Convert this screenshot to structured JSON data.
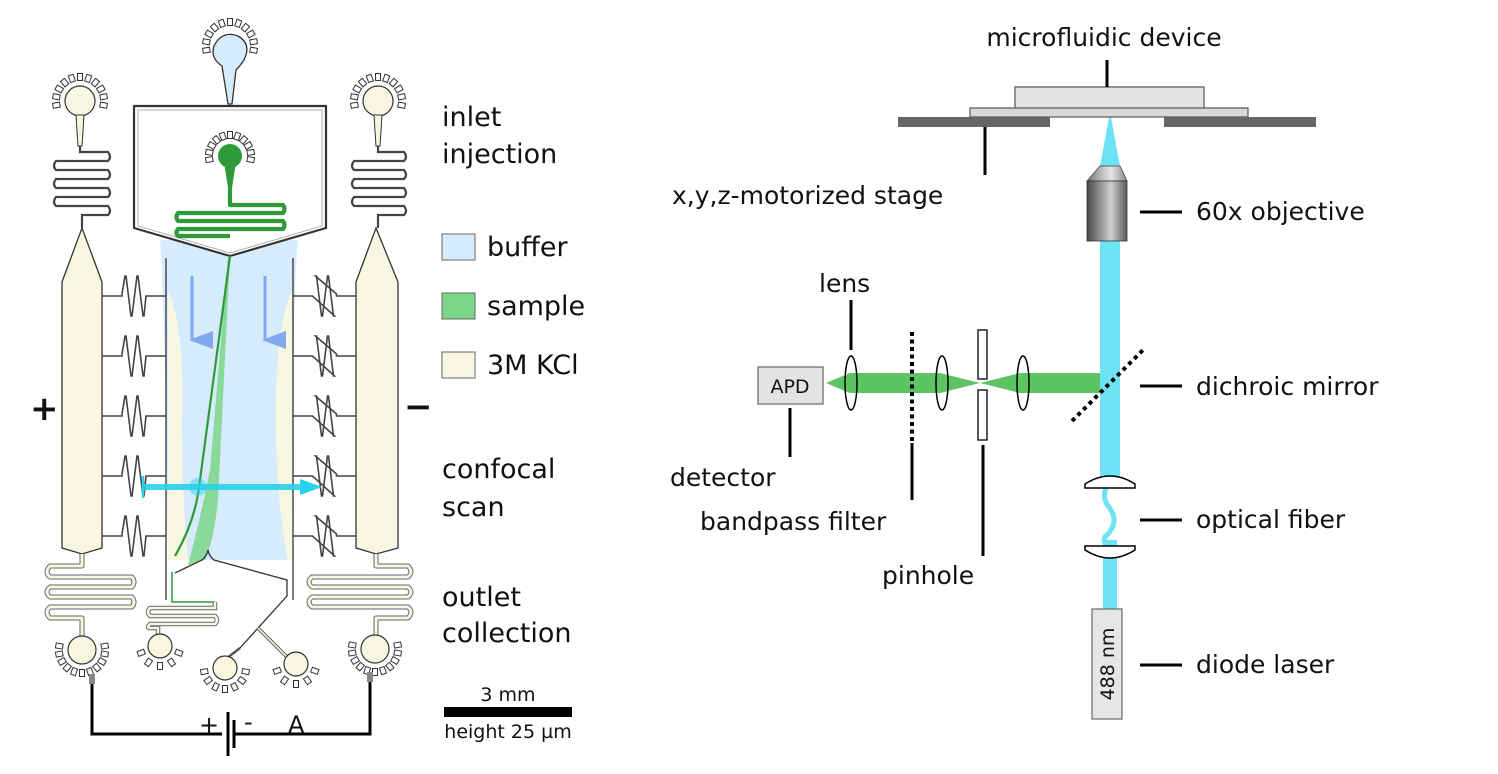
{
  "colors": {
    "buffer": "#d6ebfb",
    "sample": "#7bd68a",
    "sample_dark": "#2e9a3a",
    "kcl": "#f8f8e2",
    "laser_beam": "#6ee3f5",
    "emission_beam": "#5cc462",
    "flow_arrow": "#7fa9ee",
    "scan_arrow": "#27d2ec",
    "stage": "#666666",
    "device": "#e3e3e3"
  },
  "chip": {
    "region_labels": {
      "inlet": [
        "inlet",
        "injection"
      ],
      "confocal": [
        "confocal",
        "scan"
      ],
      "outlet": [
        "outlet",
        "collection"
      ]
    },
    "electrode_plus": "+",
    "electrode_minus": "−",
    "circuit": {
      "battery_plus": "+",
      "battery_minus": "-",
      "ammeter": "A"
    },
    "legend": [
      {
        "label": "buffer",
        "swatch": "buffer"
      },
      {
        "label": "sample",
        "swatch": "sample"
      },
      {
        "label": "3M KCl",
        "swatch": "kcl"
      }
    ],
    "scalebar": {
      "length_label": "3 mm",
      "height_label": "height 25 µm"
    }
  },
  "optics": {
    "labels": {
      "device": "microfluidic device",
      "stage": "x,y,z-motorized stage",
      "objective": "60x objective",
      "lens": "lens",
      "apd": "APD",
      "detector": "detector",
      "bandpass": "bandpass filter",
      "pinhole": "pinhole",
      "dichroic": "dichroic mirror",
      "fiber": "optical fiber",
      "laser_box": "488 nm",
      "laser": "diode laser"
    }
  }
}
